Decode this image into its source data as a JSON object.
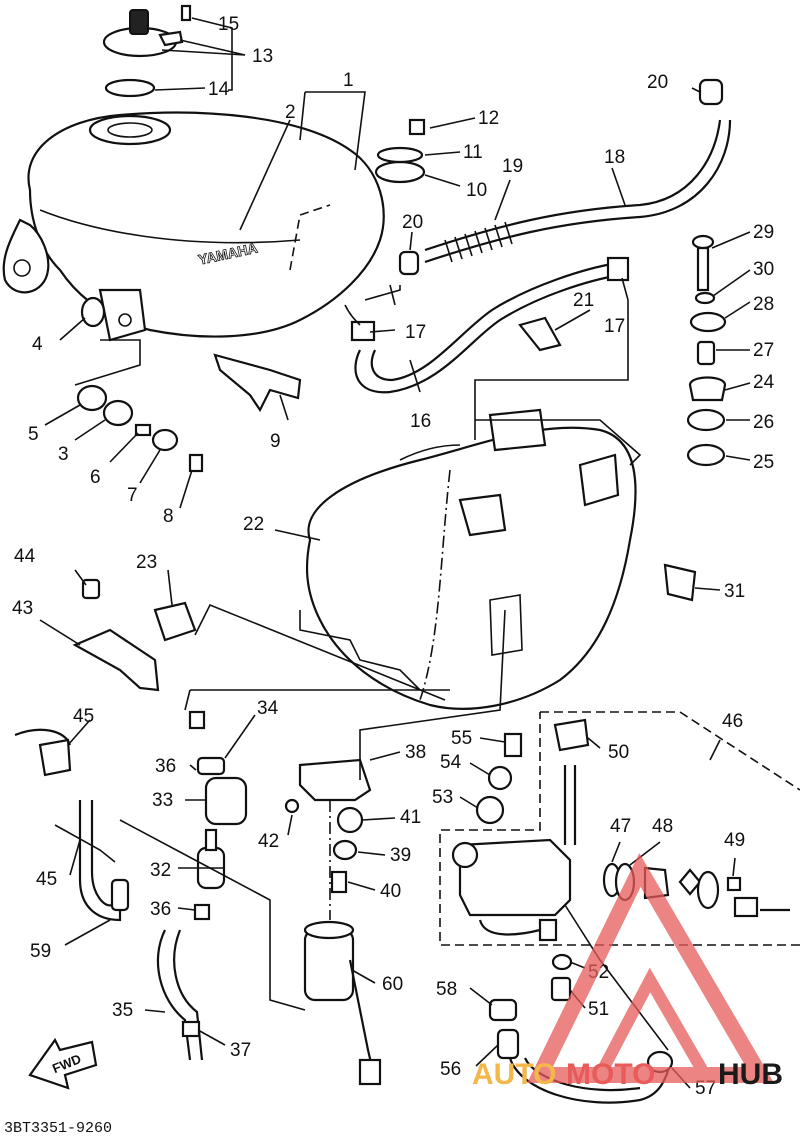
{
  "diagram": {
    "part_code": "3BT3351-9260",
    "brand_text": "YAMAHA",
    "forward_marker": "FWD",
    "callouts": {
      "c1": "1",
      "c2": "2",
      "c3": "3",
      "c4": "4",
      "c5": "5",
      "c6": "6",
      "c7": "7",
      "c8": "8",
      "c9": "9",
      "c10": "10",
      "c11": "11",
      "c12": "12",
      "c13": "13",
      "c14": "14",
      "c15": "15",
      "c16": "16",
      "c17a": "17",
      "c17b": "17",
      "c18": "18",
      "c19": "19",
      "c20a": "20",
      "c20b": "20",
      "c21": "21",
      "c22": "22",
      "c23": "23",
      "c24": "24",
      "c25": "25",
      "c26": "26",
      "c27": "27",
      "c28": "28",
      "c29": "29",
      "c30": "30",
      "c31": "31",
      "c32": "32",
      "c33": "33",
      "c34": "34",
      "c35": "35",
      "c36a": "36",
      "c36b": "36",
      "c37": "37",
      "c38": "38",
      "c39": "39",
      "c40": "40",
      "c41": "41",
      "c42": "42",
      "c43": "43",
      "c44": "44",
      "c45a": "45",
      "c45b": "45",
      "c46": "46",
      "c47": "47",
      "c48": "48",
      "c49": "49",
      "c50": "50",
      "c51": "51",
      "c52": "52",
      "c53": "53",
      "c54": "54",
      "c55": "55",
      "c56": "56",
      "c57": "57",
      "c58": "58",
      "c59": "59",
      "c60": "60"
    }
  },
  "watermark": {
    "part_a": "AUTO",
    "part_b": "MOTO",
    "part_c": "HUB",
    "colors": {
      "orange": "#f4b74a",
      "red": "#e85b5b",
      "dark": "#1a1a1a"
    }
  }
}
